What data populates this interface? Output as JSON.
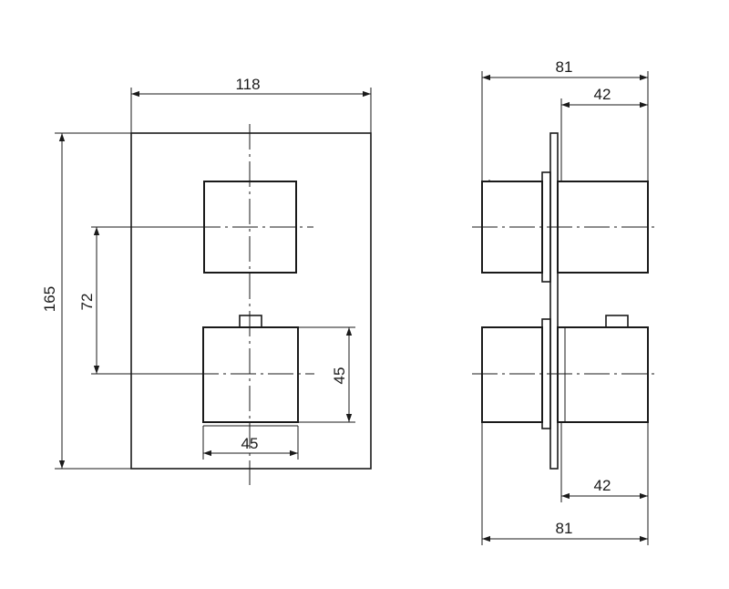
{
  "front_view": {
    "width_label": "118",
    "height_label": "165",
    "knob_spacing_label": "72",
    "knob_height_label": "45",
    "knob_width_label": "45"
  },
  "side_view": {
    "top_depth_label": "81",
    "top_knob_depth_label": "42",
    "bottom_knob_depth_label": "42",
    "bottom_depth_label": "81"
  }
}
